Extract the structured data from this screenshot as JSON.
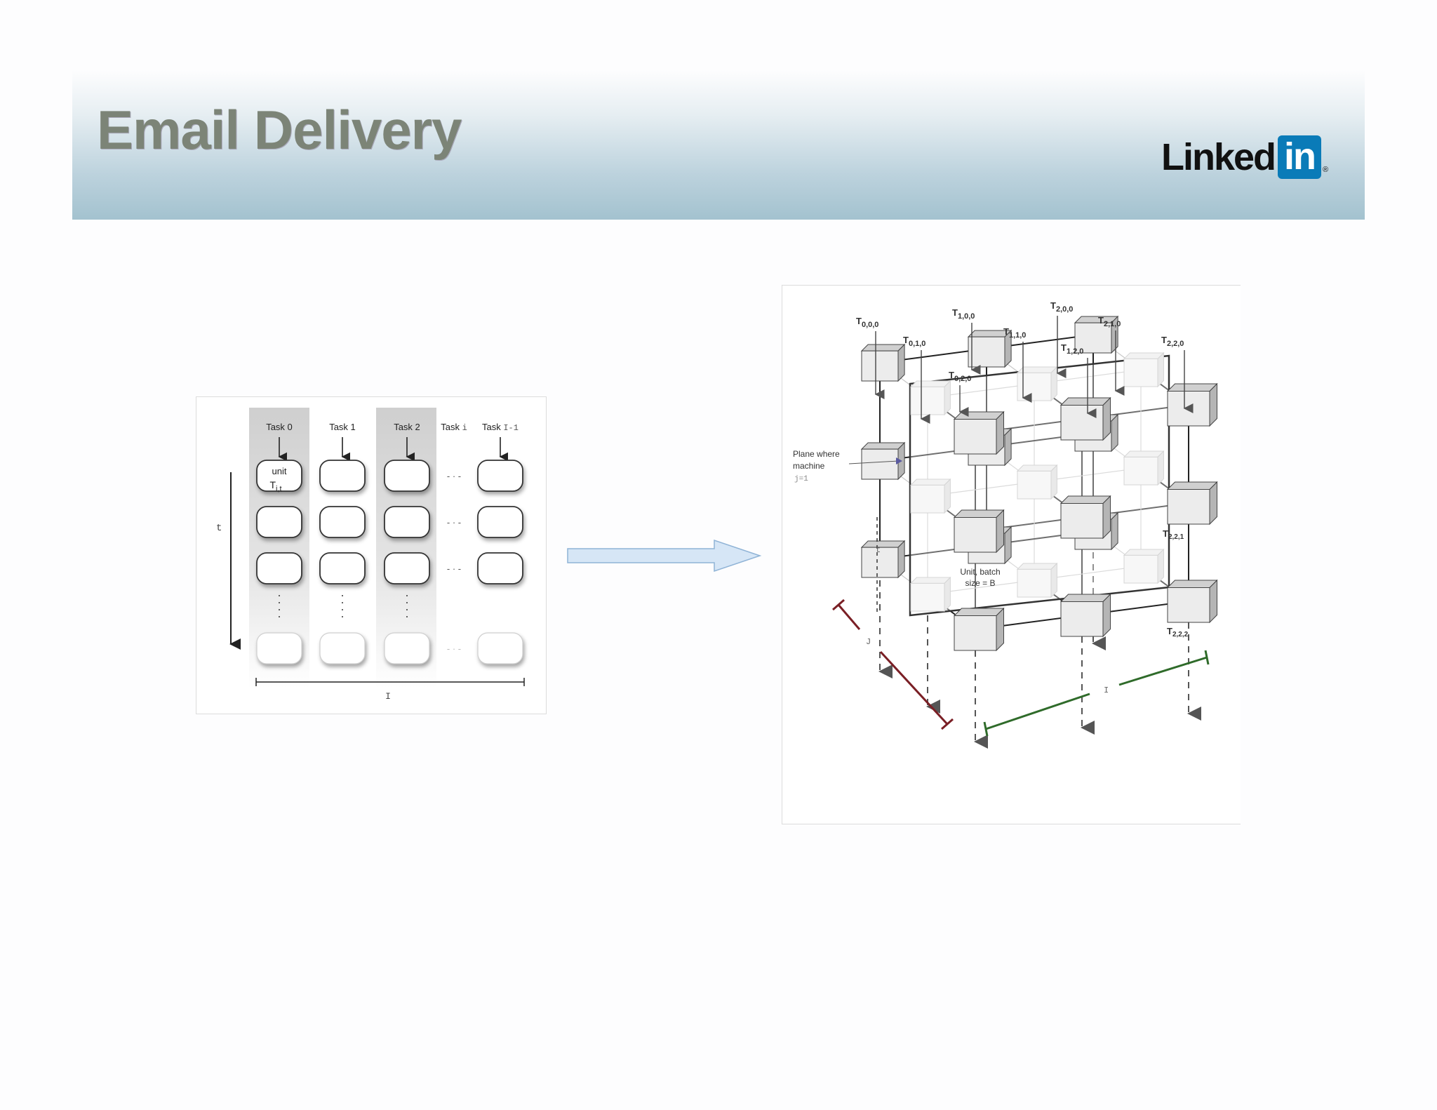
{
  "slide": {
    "title": "Email Delivery",
    "logo": {
      "word": "Linked",
      "box": "in",
      "reg": "®"
    }
  },
  "left_diagram": {
    "tasks": [
      "Task 0",
      "Task 1",
      "Task 2",
      "Task ",
      "Task "
    ],
    "task_suffixes": [
      "",
      "",
      "",
      "i",
      "I-1"
    ],
    "unit_label": "unit",
    "unit_sub_label": "T",
    "unit_subscript": "i,t",
    "time_axis": "t",
    "width_axis": "I"
  },
  "right_diagram": {
    "top_labels": [
      "T0,0,0",
      "T0,1,0",
      "T0,2,0",
      "T1,0,0",
      "T1,1,0",
      "T1,2,0",
      "T2,0,0",
      "T2,1,0",
      "T2,2,0"
    ],
    "side_labels": [
      "T2,2,1",
      "T2,2,2"
    ],
    "plane_label": [
      "Plane where",
      "machine",
      "j=1"
    ],
    "unit_batch_label": [
      "Unit, batch",
      "size = B"
    ],
    "axis_t": "t",
    "axis_j": "J",
    "axis_i": "I"
  },
  "colors": {
    "arrow_fill": "#d6e6f6",
    "arrow_stroke": "#8fb3d6",
    "j_axis": "#7a1f25",
    "i_axis": "#2f6b2a",
    "logo_blue": "#0a7bb8"
  }
}
